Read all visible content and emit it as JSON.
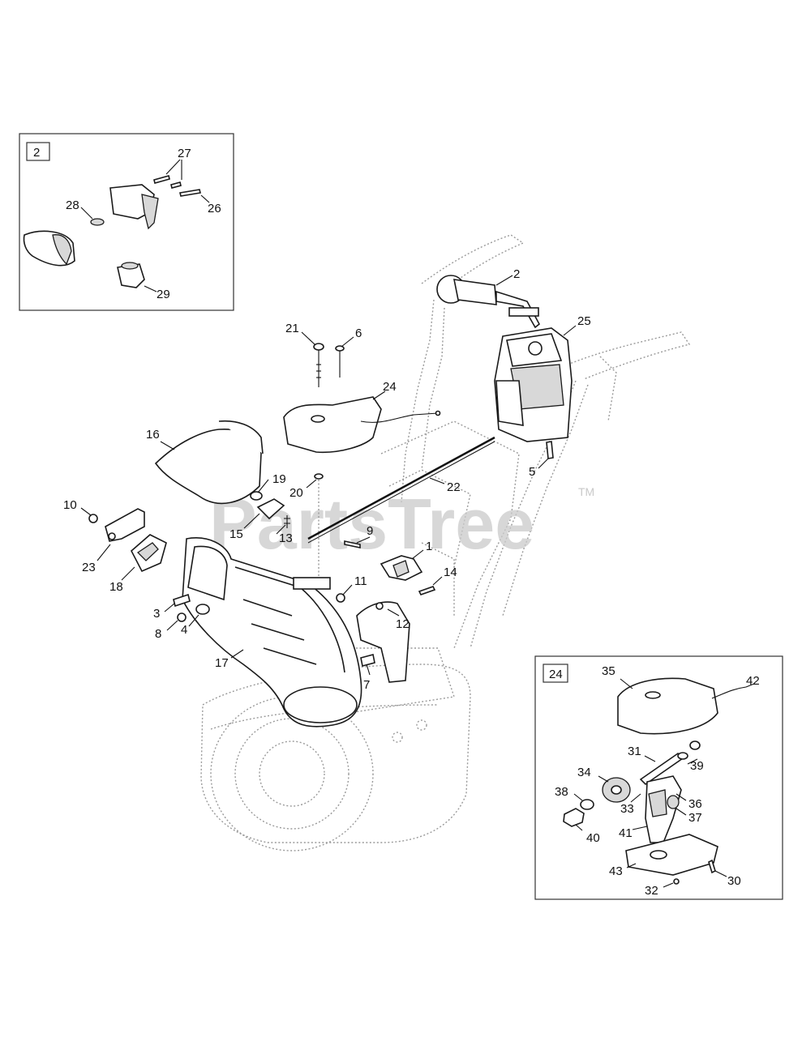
{
  "watermark": {
    "text": "PartsTree",
    "tm": "TM"
  },
  "inset_2": {
    "tag": "2"
  },
  "inset_24": {
    "tag": "24"
  },
  "callouts": [
    {
      "id": "c27",
      "text": "27"
    },
    {
      "id": "c26",
      "text": "26"
    },
    {
      "id": "c28",
      "text": "28"
    },
    {
      "id": "c29",
      "text": "29"
    },
    {
      "id": "c2",
      "text": "2"
    },
    {
      "id": "c25",
      "text": "25"
    },
    {
      "id": "c21",
      "text": "21"
    },
    {
      "id": "c6",
      "text": "6"
    },
    {
      "id": "c24",
      "text": "24"
    },
    {
      "id": "c16",
      "text": "16"
    },
    {
      "id": "c5",
      "text": "5"
    },
    {
      "id": "c22",
      "text": "22"
    },
    {
      "id": "c19",
      "text": "19"
    },
    {
      "id": "c20",
      "text": "20"
    },
    {
      "id": "c10",
      "text": "10"
    },
    {
      "id": "c15",
      "text": "15"
    },
    {
      "id": "c13",
      "text": "13"
    },
    {
      "id": "c9",
      "text": "9"
    },
    {
      "id": "c1",
      "text": "1"
    },
    {
      "id": "c23",
      "text": "23"
    },
    {
      "id": "c18",
      "text": "18"
    },
    {
      "id": "c14",
      "text": "14"
    },
    {
      "id": "c11",
      "text": "11"
    },
    {
      "id": "c3",
      "text": "3"
    },
    {
      "id": "c12",
      "text": "12"
    },
    {
      "id": "c8",
      "text": "8"
    },
    {
      "id": "c4",
      "text": "4"
    },
    {
      "id": "c17",
      "text": "17"
    },
    {
      "id": "c7",
      "text": "7"
    },
    {
      "id": "c35",
      "text": "35"
    },
    {
      "id": "c42",
      "text": "42"
    },
    {
      "id": "c31",
      "text": "31"
    },
    {
      "id": "c39",
      "text": "39"
    },
    {
      "id": "c34",
      "text": "34"
    },
    {
      "id": "c38",
      "text": "38"
    },
    {
      "id": "c33",
      "text": "33"
    },
    {
      "id": "c36",
      "text": "36"
    },
    {
      "id": "c37",
      "text": "37"
    },
    {
      "id": "c41",
      "text": "41"
    },
    {
      "id": "c40",
      "text": "40"
    },
    {
      "id": "c43",
      "text": "43"
    },
    {
      "id": "c30",
      "text": "30"
    },
    {
      "id": "c32",
      "text": "32"
    }
  ]
}
